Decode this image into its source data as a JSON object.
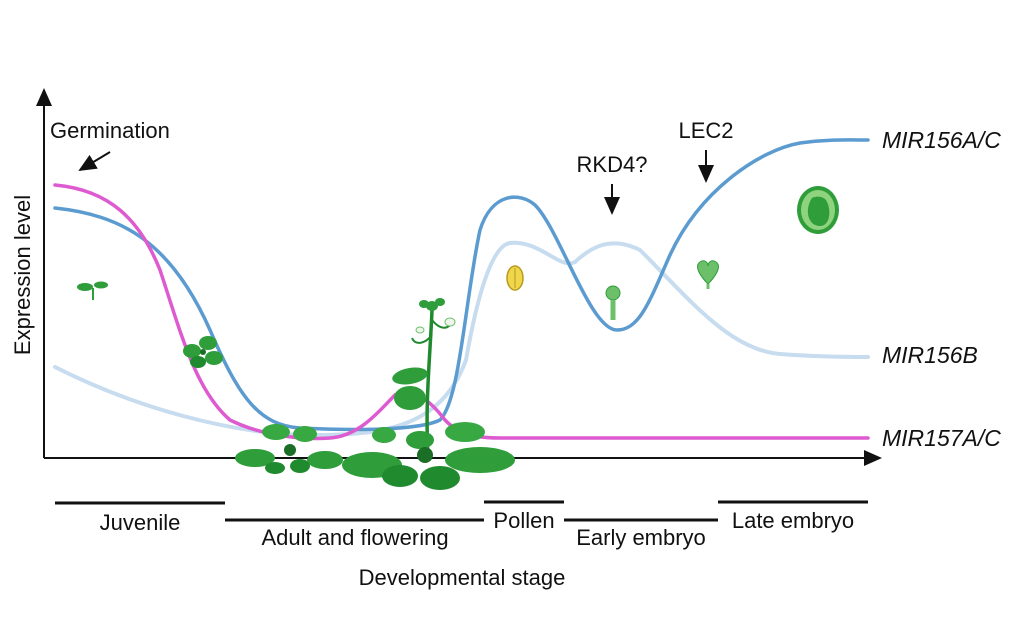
{
  "axes": {
    "y_label": "Expression level",
    "x_label": "Developmental stage"
  },
  "series": [
    {
      "name": "MIR156A/C",
      "color": "#5b9bd0"
    },
    {
      "name": "MIR156B",
      "color": "#c7dcef"
    },
    {
      "name": "MIR157A/C",
      "color": "#dd5ad0"
    }
  ],
  "annotations": {
    "germination": "Germination",
    "rkd4": "RKD4?",
    "lec2": "LEC2"
  },
  "stages": [
    {
      "label": "Juvenile"
    },
    {
      "label": "Adult and flowering"
    },
    {
      "label": "Pollen"
    },
    {
      "label": "Early embryo"
    },
    {
      "label": "Late embryo"
    }
  ],
  "illustrations": [
    "seedling-icon",
    "juvenile-rosette-icon",
    "small-rosette-icon",
    "flowering-plant-icon",
    "pollen-icon",
    "early-embryo-icon",
    "heart-embryo-icon",
    "late-embryo-icon"
  ],
  "colors": {
    "plant_dark": "#1f8a2e",
    "plant_mid": "#2e9d3a",
    "plant_light": "#6cc06a",
    "pollen": "#f0d64a",
    "axis": "#111111"
  }
}
